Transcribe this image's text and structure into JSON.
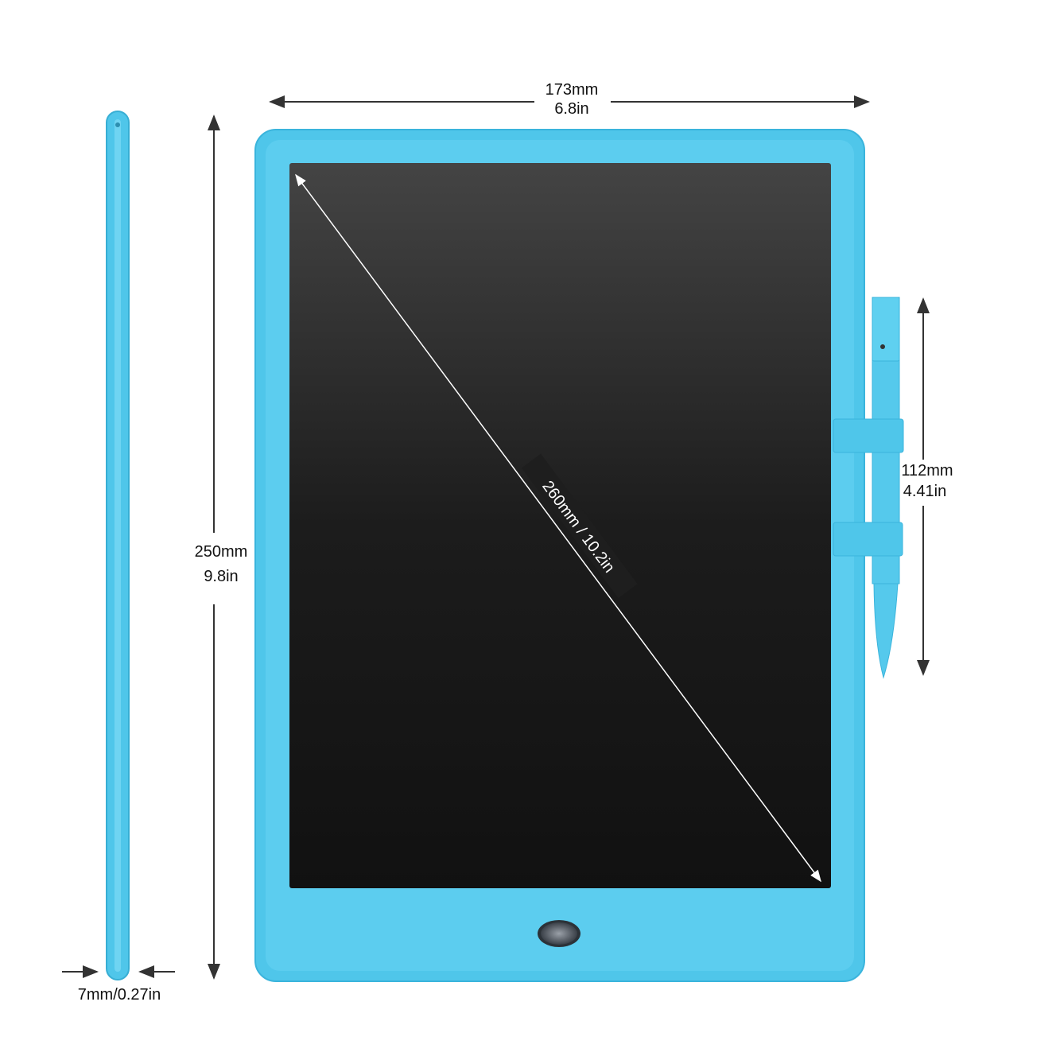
{
  "dimensions": {
    "width": {
      "mm": "173mm",
      "in": "6.8in"
    },
    "height": {
      "mm": "250mm",
      "in": "9.8in"
    },
    "diagonal": "260mm / 10.2in",
    "pen_length": {
      "mm": "112mm",
      "in": "4.41in"
    },
    "thickness": "7mm/0.27in"
  },
  "colors": {
    "body": "#4fc6ea",
    "screen": "#1a1a1a",
    "arrow": "#333333"
  },
  "icons": {
    "erase_button": "round-metal-button"
  }
}
